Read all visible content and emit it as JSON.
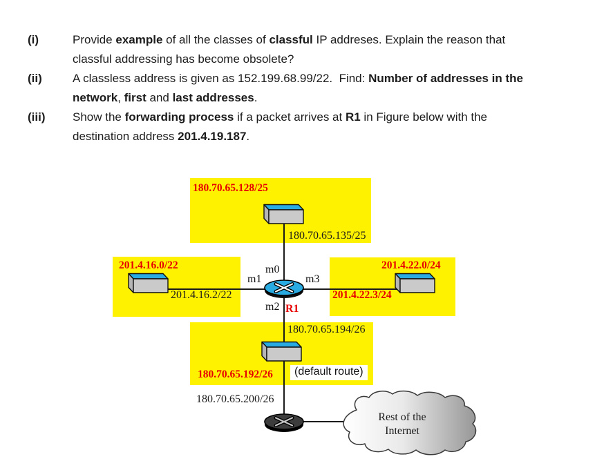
{
  "questions": {
    "items": [
      {
        "label": "(i)",
        "lines": [
          [
            {
              "t": "Provide "
            },
            {
              "t": "example",
              "b": true
            },
            {
              "t": " of all the classes of "
            },
            {
              "t": "classful",
              "b": true
            },
            {
              "t": " IP addreses. Explain the reason that"
            }
          ],
          [
            {
              "t": "classful addressing has become obsolete?"
            }
          ]
        ]
      },
      {
        "label": "(ii)",
        "lines": [
          [
            {
              "t": "A classless address is given as 152.199.68.99/22.  Find: "
            },
            {
              "t": "Number of addresses in the",
              "b": true
            }
          ],
          [
            {
              "t": "network",
              "b": true
            },
            {
              "t": ", "
            },
            {
              "t": "first",
              "b": true
            },
            {
              "t": " and "
            },
            {
              "t": "last addresses",
              "b": true
            },
            {
              "t": "."
            }
          ]
        ]
      },
      {
        "label": "(iii)",
        "lines": [
          [
            {
              "t": "Show the "
            },
            {
              "t": "forwarding process",
              "b": true
            },
            {
              "t": " if a packet arrives at "
            },
            {
              "t": "R1",
              "b": true
            },
            {
              "t": " in Figure below with the"
            }
          ],
          [
            {
              "t": "destination address "
            },
            {
              "t": "201.4.19.187",
              "b": true
            },
            {
              "t": "."
            }
          ]
        ]
      }
    ]
  },
  "diagram": {
    "router": {
      "name": "R1",
      "ports": {
        "m0": "m0",
        "m1": "m1",
        "m2": "m2",
        "m3": "m3"
      }
    },
    "networks": {
      "top": {
        "network": "180.70.65.128/25",
        "interface_address": "180.70.65.135/25"
      },
      "left": {
        "network": "201.4.16.0/22",
        "interface_address": "201.4.16.2/22"
      },
      "right": {
        "network": "201.4.22.0/24",
        "interface_address": "201.4.22.3/24"
      },
      "bottom": {
        "network": "180.70.65.192/26",
        "interface_address": "180.70.65.194/26",
        "note": "(default route)",
        "exit_interface_address": "180.70.65.200/26"
      }
    },
    "cloud": {
      "line1": "Rest of the",
      "line2": "Internet"
    },
    "colors": {
      "highlight": "#fff200",
      "red_label": "#e60000",
      "switch_top": "#29abe2",
      "switch_front": "#cacaca",
      "switch_side": "#b5b5b5",
      "router_body": "#29abe2",
      "router2_body": "#3c3c3c"
    }
  }
}
